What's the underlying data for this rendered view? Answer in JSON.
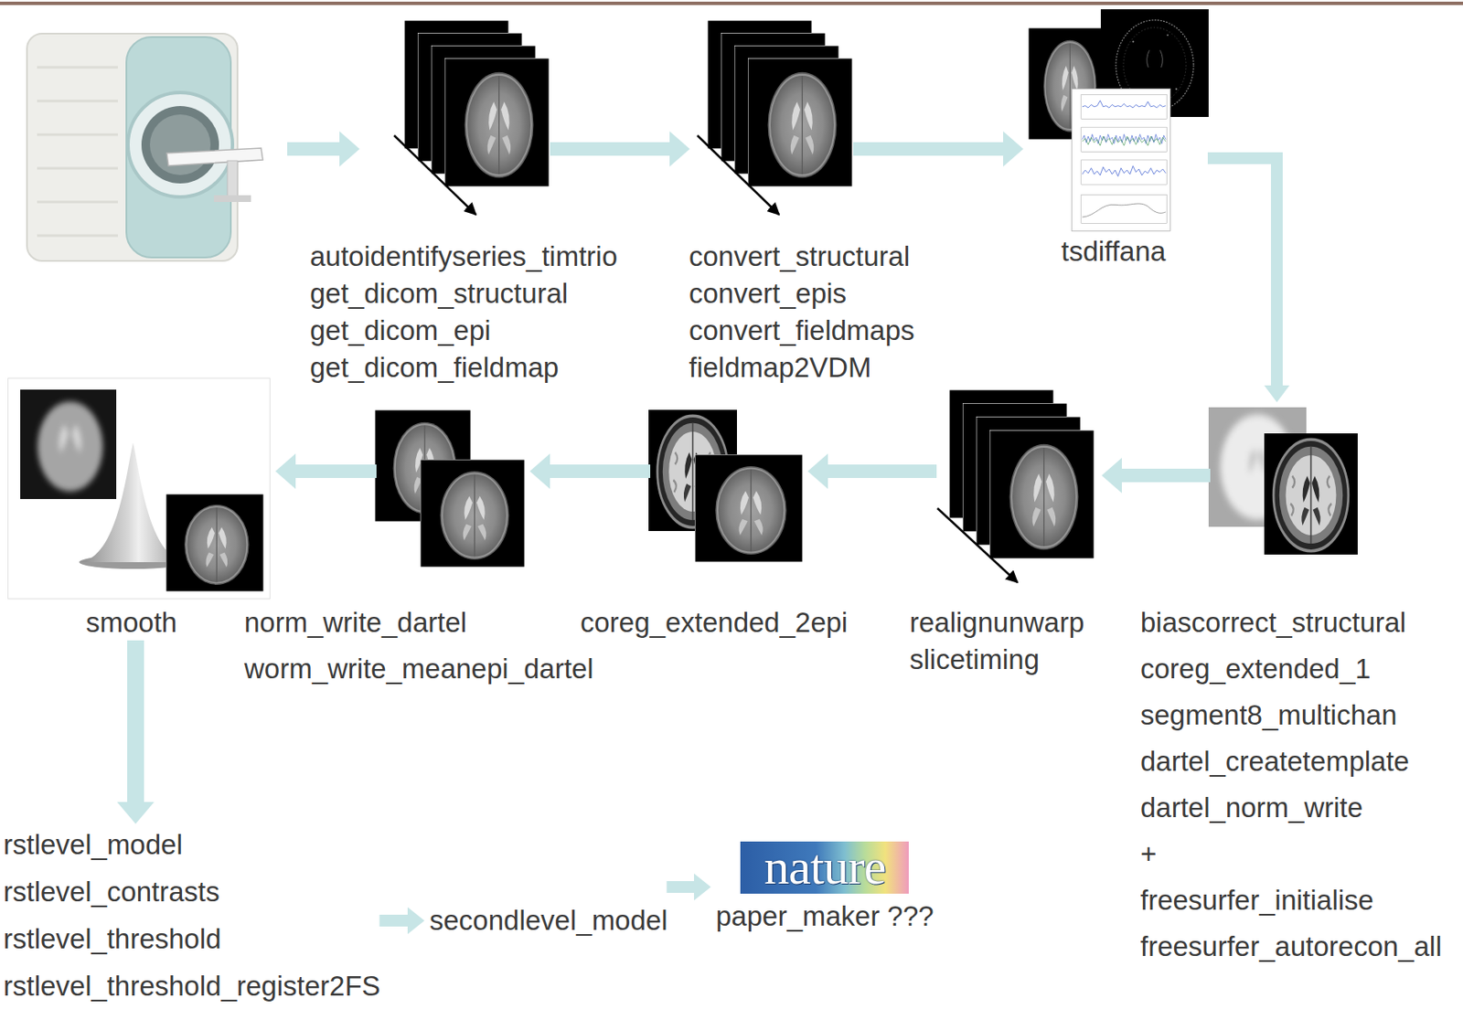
{
  "diagram": {
    "nodes": [
      {
        "text": [
          "autoidentifyseries_timtrio",
          "get_dicom_structural",
          "get_dicom_epi",
          "get_dicom_fieldmap"
        ]
      },
      {
        "text": [
          "convert_structural",
          "convert_epis",
          "convert_fieldmaps",
          "fieldmap2VDM"
        ]
      },
      {
        "text": [
          "tsdiffana"
        ]
      },
      {
        "text": [
          "biascorrect_structural",
          "coreg_extended_1",
          "segment8_multichan",
          "dartel_createtemplate",
          "dartel_norm_write",
          "+",
          "freesurfer_initialise",
          "freesurfer_autorecon_all"
        ]
      },
      {
        "text": [
          "realignunwarp",
          "slicetiming"
        ]
      },
      {
        "text": [
          "coreg_extended_2epi"
        ]
      },
      {
        "text": [
          "norm_write_dartel",
          "worm_write_meanepi_dartel"
        ]
      },
      {
        "text": [
          "smooth"
        ]
      },
      {
        "text": [
          "rstlevel_model",
          "rstlevel_contrasts",
          "rstlevel_threshold",
          "rstlevel_threshold_register2FS"
        ]
      },
      {
        "text": [
          "secondlevel_model"
        ]
      },
      {
        "text": [
          "nature",
          "paper_maker ???"
        ]
      }
    ],
    "edges": [
      {
        "from": 0,
        "to": 1,
        "arrow": "to"
      },
      {
        "from": 1,
        "to": 2,
        "arrow": "to"
      },
      {
        "from": 2,
        "to": 3,
        "arrow": "to"
      },
      {
        "from": 3,
        "to": 4,
        "arrow": "to"
      },
      {
        "from": 4,
        "to": 5,
        "arrow": "to"
      },
      {
        "from": 5,
        "to": 6,
        "arrow": "to"
      },
      {
        "from": 6,
        "to": 7,
        "arrow": "to"
      },
      {
        "from": 7,
        "to": 8,
        "arrow": "to"
      },
      {
        "from": 8,
        "to": 9,
        "arrow": "to"
      },
      {
        "from": 9,
        "to": 10,
        "arrow": "to"
      }
    ]
  }
}
